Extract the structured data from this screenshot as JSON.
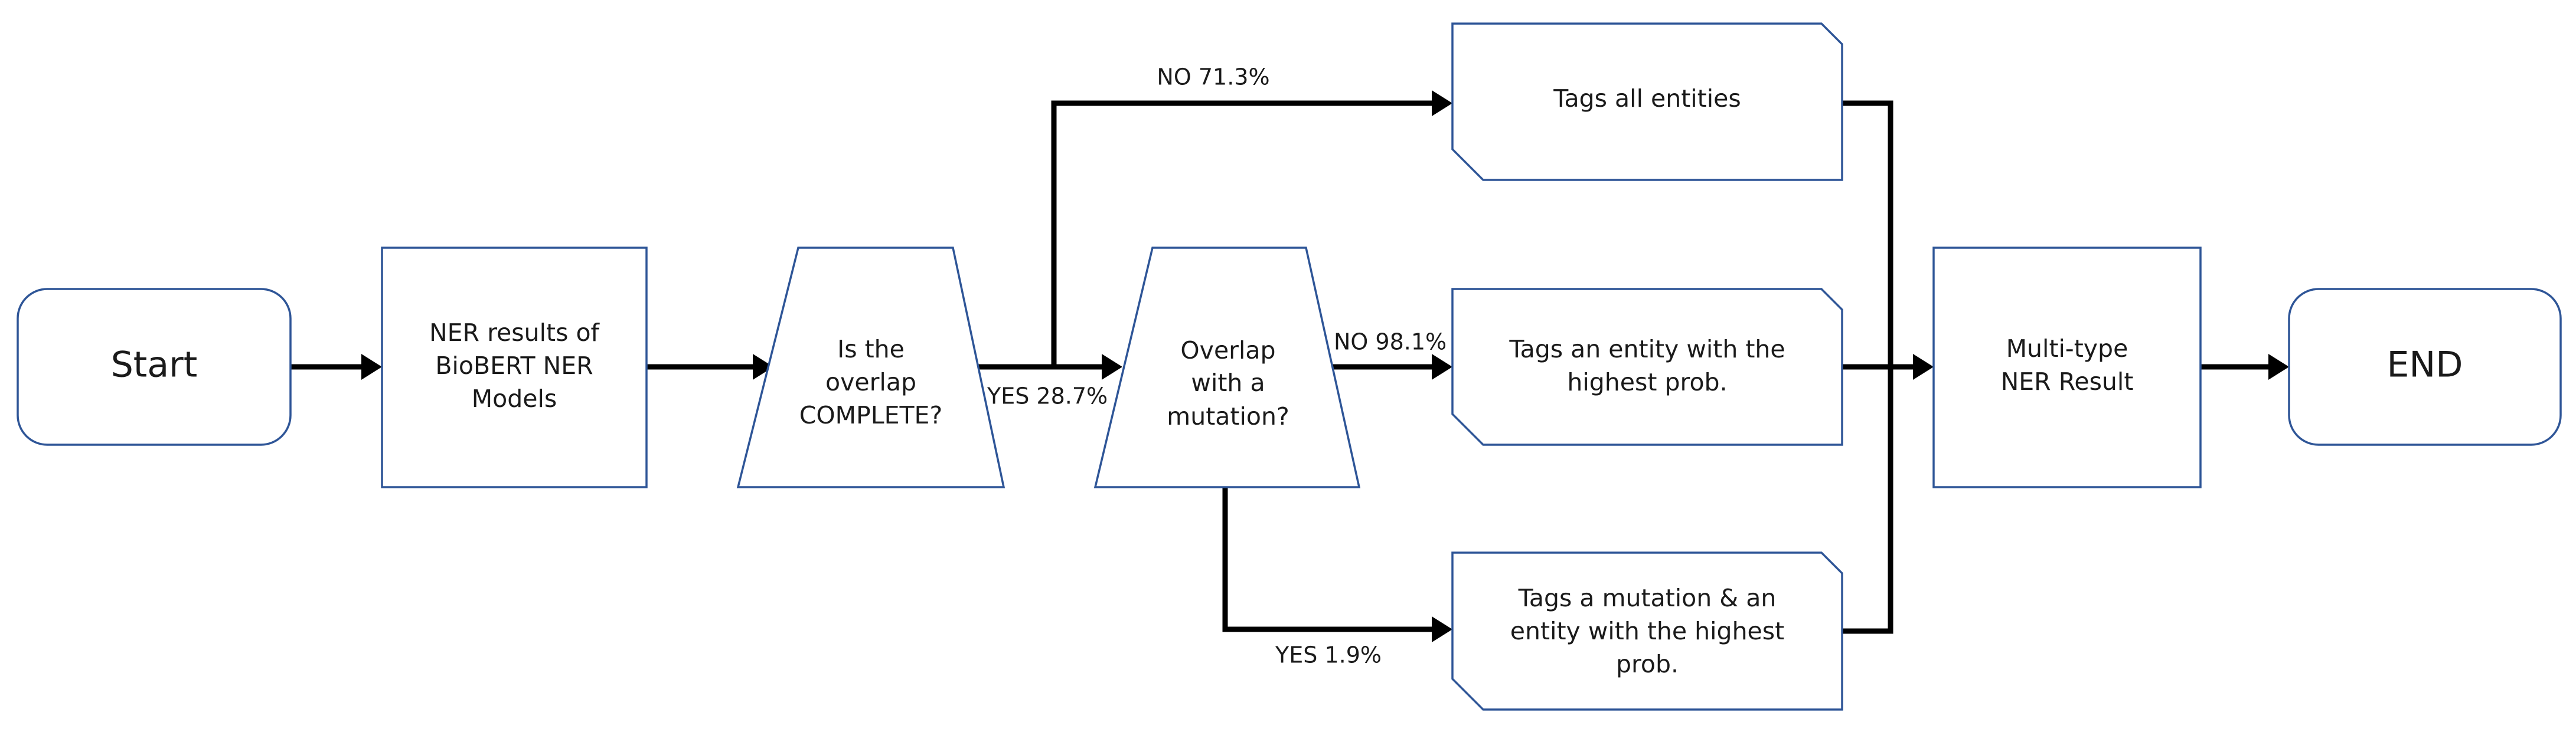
{
  "nodes": {
    "start": {
      "label": "Start"
    },
    "ner_results": {
      "lines": [
        "NER results of",
        "BioBERT NER",
        "Models"
      ]
    },
    "complete_decision": {
      "lines": [
        "Is the",
        "overlap",
        "COMPLETE?"
      ]
    },
    "mutation_decision": {
      "lines": [
        "Overlap",
        "with a",
        "mutation?"
      ]
    },
    "tags_all": {
      "lines": [
        "Tags all entities"
      ]
    },
    "tags_highest": {
      "lines": [
        "Tags an entity with the",
        "highest prob."
      ]
    },
    "tags_mutation": {
      "lines": [
        "Tags a mutation & an",
        "entity with the highest",
        "prob."
      ]
    },
    "multi_type": {
      "lines": [
        "Multi-type",
        "NER Result"
      ]
    },
    "end": {
      "label": "END"
    }
  },
  "edges": {
    "complete_no": "NO 71.3%",
    "complete_yes": "YES 28.7%",
    "mutation_no": "NO 98.1%",
    "mutation_yes": "YES 1.9%"
  },
  "colors": {
    "shape_stroke": "#2e5597",
    "connector": "#000000",
    "text": "#1a1a1a"
  }
}
